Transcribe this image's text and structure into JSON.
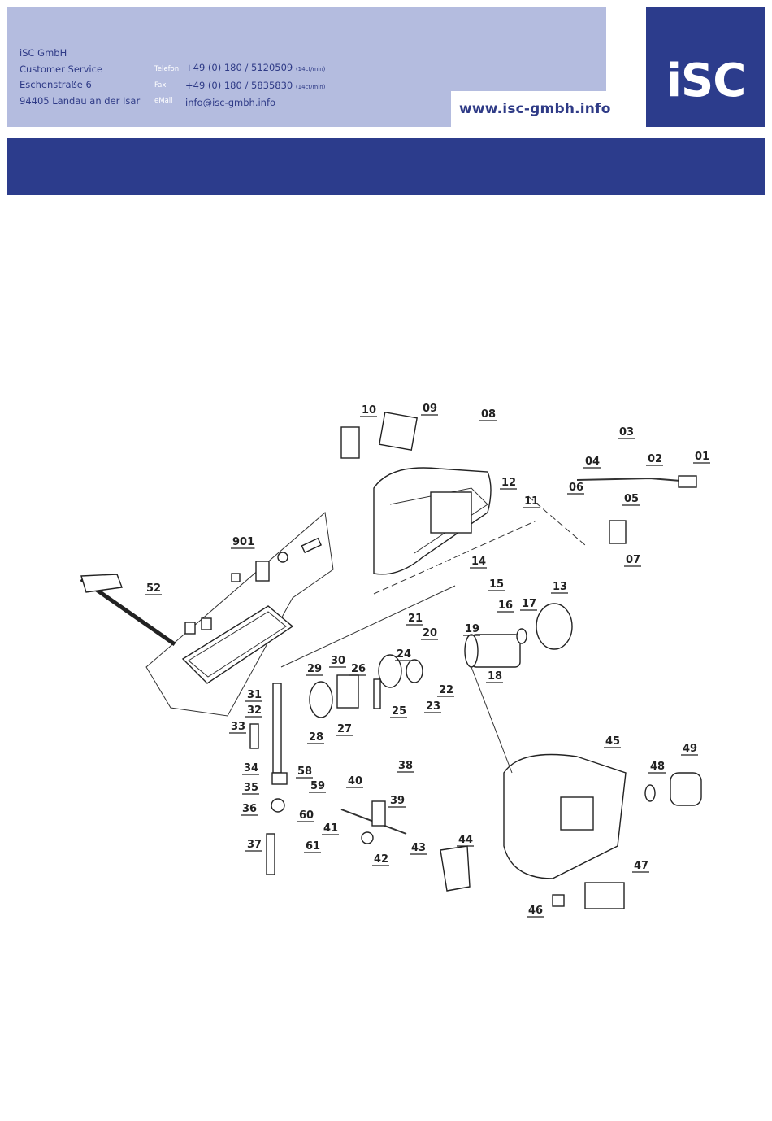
{
  "company": {
    "name": "iSC GmbH",
    "department": "Customer Service",
    "street": "Eschenstraße 6",
    "city": "94405 Landau an der Isar"
  },
  "contact": {
    "phone_label": "Telefon",
    "phone": "+49 (0) 180 / 5120509",
    "phone_rate": "(14ct/min)",
    "fax_label": "Fax",
    "fax": "+49 (0) 180 / 5835830",
    "fax_rate": "(14ct/min)",
    "email_label": "eMail",
    "email": "info@isc-gmbh.info"
  },
  "website": "www.isc-gmbh.info",
  "logo": "iSC",
  "colors": {
    "panel": "#b4bcdf",
    "brand_blue": "#2c3c8c",
    "text_blue": "#2e3a86"
  },
  "diagram": {
    "part_labels": [
      "01",
      "02",
      "03",
      "04",
      "05",
      "06",
      "07",
      "08",
      "09",
      "10",
      "11",
      "12",
      "13",
      "14",
      "15",
      "16",
      "17",
      "18",
      "19",
      "20",
      "21",
      "22",
      "23",
      "24",
      "25",
      "26",
      "27",
      "28",
      "29",
      "30",
      "31",
      "32",
      "33",
      "34",
      "35",
      "36",
      "37",
      "38",
      "39",
      "40",
      "41",
      "42",
      "43",
      "44",
      "45",
      "46",
      "47",
      "48",
      "49",
      "52",
      "58",
      "59",
      "60",
      "61",
      "901"
    ]
  }
}
